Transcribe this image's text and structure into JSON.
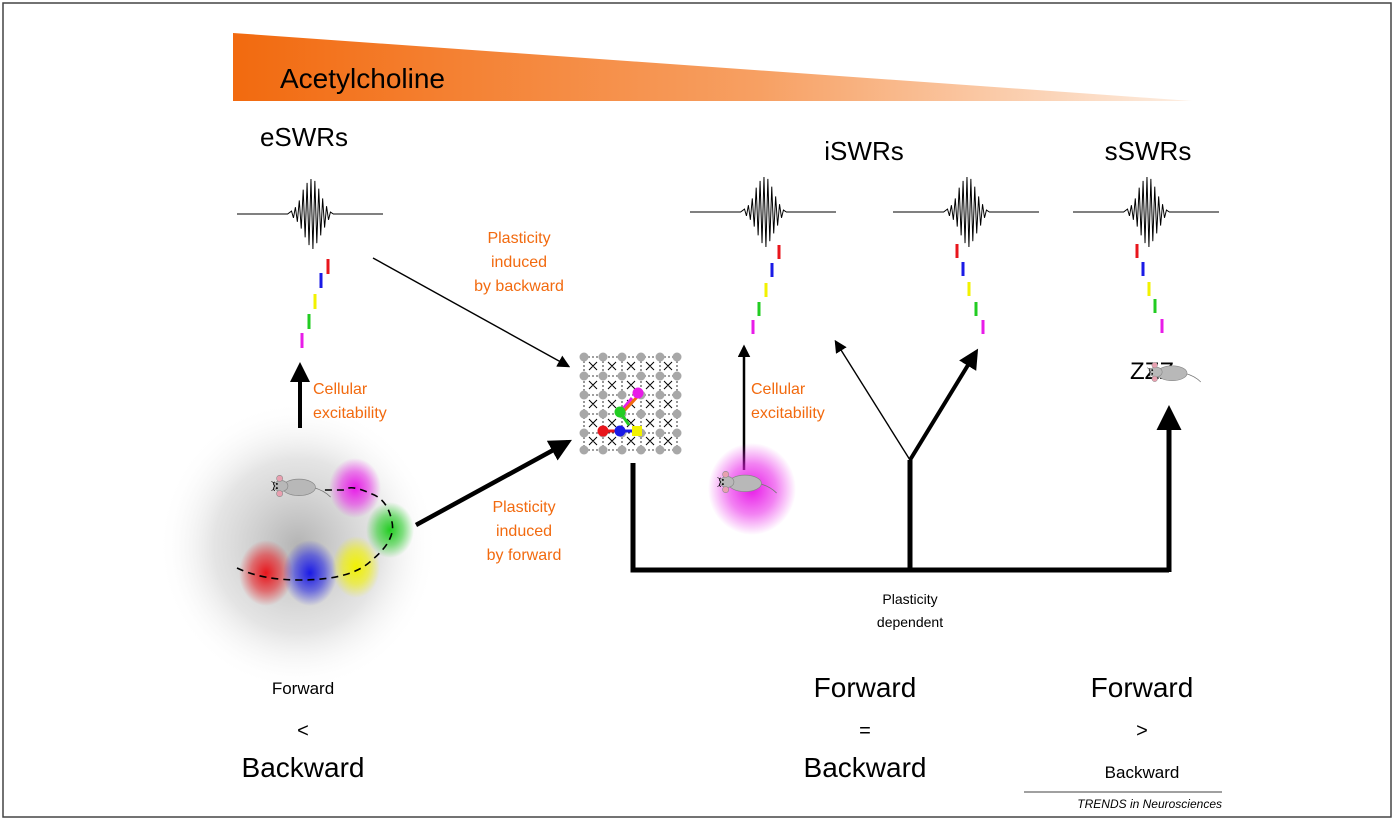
{
  "gradient_label": "Acetylcholine",
  "stages": {
    "esws": "eSWRs",
    "isws": "iSWRs",
    "ssws": "sSWRs"
  },
  "annotations": {
    "plasticity_backward": [
      "Plasticity",
      "induced",
      "by backward"
    ],
    "plasticity_forward": [
      "Plasticity",
      "induced",
      "by forward"
    ],
    "cellular_excitability_left": [
      "Cellular",
      "excitability"
    ],
    "cellular_excitability_mid": [
      "Cellular",
      "excitability"
    ],
    "plasticity_dependent": [
      "Plasticity",
      "dependent"
    ],
    "sleep": "ZZZ"
  },
  "comparisons": {
    "left": {
      "top": "Forward",
      "op": "<",
      "bottom": "Backward"
    },
    "middle": {
      "top": "Forward",
      "op": "=",
      "bottom": "Backward"
    },
    "right": {
      "top": "Forward",
      "op": ">",
      "bottom": "Backward"
    }
  },
  "credit": "TRENDS in Neurosciences",
  "colors": {
    "accent_orange": "#F26A0F",
    "place_red": "#E8161C",
    "place_blue": "#1A1AE6",
    "place_yellow": "#F2F200",
    "place_green": "#22CC22",
    "place_magenta": "#E81CE8",
    "rodent_gray": "#B8B8B8"
  }
}
